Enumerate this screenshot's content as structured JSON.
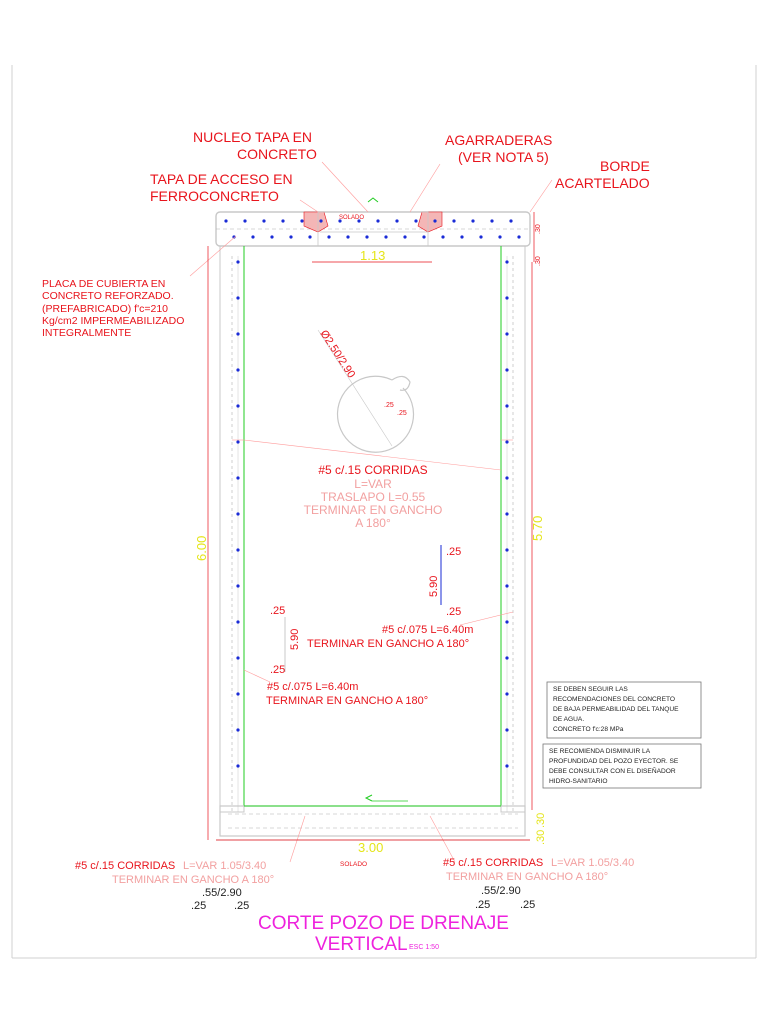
{
  "labels": {
    "nucleo_tapa_1": "NUCLEO TAPA EN",
    "nucleo_tapa_2": "CONCRETO",
    "agarraderas_1": "AGARRADERAS",
    "agarraderas_2": "(VER NOTA 5)",
    "borde_1": "BORDE",
    "borde_2": "ACARTELADO",
    "tapa_acceso_1": "TAPA DE ACCESO EN",
    "tapa_acceso_2": "FERROCONCRETO",
    "solado_top": "SOLADO",
    "placa_1": "PLACA DE CUBIERTA EN",
    "placa_2": "CONCRETO REFORZADO.",
    "placa_3": "(PREFABRICADO)    f'c=210",
    "placa_4": "Kg/cm2 IMPERMEABILIZADO",
    "placa_5": "INTEGRALMENTE",
    "diam": "Ø2.50/2.90",
    "ring_25a": ".25",
    "ring_25b": ".25",
    "corridas_mid": "#5 c/.15 CORRIDAS",
    "lvar_mid": "L=VAR",
    "traslapo": "TRASLAPO L=0.55",
    "terminar_gancho_1": "TERMINAR EN GANCHO",
    "terminar_gancho_2": "A 180°",
    "bar_r_top": ".25",
    "bar_r_len": "5.90",
    "bar_r_bot": ".25",
    "bar_r_spec": "#5 c/.075 L=6.40m",
    "bar_r_term": "TERMINAR EN GANCHO A 180°",
    "bar_l_top": ".25",
    "bar_l_len": "5.90",
    "bar_l_bot": ".25",
    "bar_l_spec": "#5 c/.075 L=6.40m",
    "bar_l_term": "TERMINAR EN GANCHO A 180°",
    "bottom_l_corr": "#5 c/.15 CORRIDAS",
    "bottom_l_lvar": "L=VAR 1.05/3.40",
    "bottom_l_term": "TERMINAR EN GANCHO A 180°",
    "bottom_l_dim": ".55/2.90",
    "bottom_l_25a": ".25",
    "bottom_l_25b": ".25",
    "bottom_r_corr": "#5 c/.15 CORRIDAS",
    "bottom_r_lvar": "L=VAR 1.05/3.40",
    "bottom_r_term": "TERMINAR EN GANCHO A 180°",
    "bottom_r_dim": ".55/2.90",
    "bottom_r_25a": ".25",
    "bottom_r_25b": ".25",
    "solado_bottom": "SOLADO"
  },
  "dimensions": {
    "width_inner": "1.13",
    "height_total": "6.00",
    "height_inner": "5.70",
    "width_total": "3.00",
    "slab_top": ".30",
    "slab_gap": ".30",
    "base_a": ".30",
    "base_b": ".30"
  },
  "notes": {
    "note1": [
      "SE DEBEN SEGUIR LAS",
      "RECOMENDACIONES DEL CONCRETO",
      "DE BAJA PERMEABILIDAD DEL TANQUE",
      "DE AGUA.",
      "CONCRETO f'c:28 MPa"
    ],
    "note2": [
      "SE RECOMIENDA DISMINUIR LA",
      "PROFUNDIDAD DEL POZO EYECTOR. SE",
      "DEBE CONSULTAR CON EL DISEÑADOR",
      "HIDRO-SANITARIO"
    ]
  },
  "title": {
    "line1": "CORTE POZO DE DRENAJE",
    "line2": "VERTICAL",
    "scale": "ESC 1:50"
  },
  "colors": {
    "red": "#e8141c",
    "pink": "#f2a0a0",
    "yellow": "#e5e51a",
    "magenta": "#ee22dd",
    "blue": "#1a2bd6",
    "green": "#22cc22",
    "line": "#c8c8c8"
  }
}
